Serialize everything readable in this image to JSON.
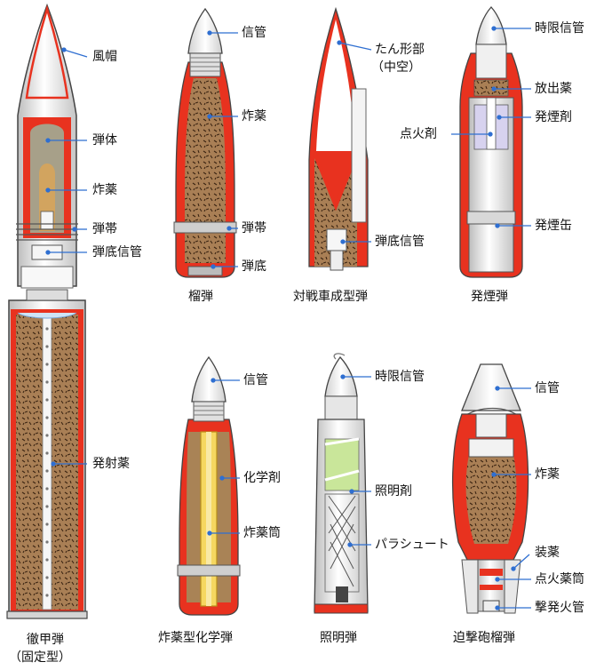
{
  "colors": {
    "shell": "#e8321f",
    "metal": "#f1f1f1",
    "metal_dark": "#c9c9c9",
    "outline": "#444444",
    "powder": "#a97f55",
    "leader": "#2f6fd1",
    "chem_yellow": "#f0c020",
    "illum_green": "#c9e69a",
    "smoke_violet": "#d7d2ef"
  },
  "shells": [
    {
      "caption": "徹甲弾",
      "caption2": "（固定型）",
      "labels": [
        "風帽",
        "弾体",
        "炸薬",
        "弾帯",
        "弾底信管",
        "発射薬"
      ]
    },
    {
      "caption": "榴弾",
      "labels": [
        "信管",
        "炸薬",
        "弾帯",
        "弾底"
      ]
    },
    {
      "caption": "対戦車成型弾",
      "labels": [
        "たん形部",
        "（中空）",
        "弾底信管"
      ]
    },
    {
      "caption": "発煙弾",
      "labels": [
        "時限信管",
        "放出薬",
        "点火剤",
        "発煙剤",
        "発煙缶"
      ]
    },
    {
      "caption": "炸薬型化学弾",
      "labels": [
        "信管",
        "化学剤",
        "炸薬筒"
      ]
    },
    {
      "caption": "照明弾",
      "labels": [
        "時限信管",
        "照明剤",
        "パラシュート"
      ]
    },
    {
      "caption": "迫撃砲榴弾",
      "labels": [
        "信管",
        "炸薬",
        "装薬",
        "点火薬筒",
        "撃発火管"
      ]
    }
  ]
}
